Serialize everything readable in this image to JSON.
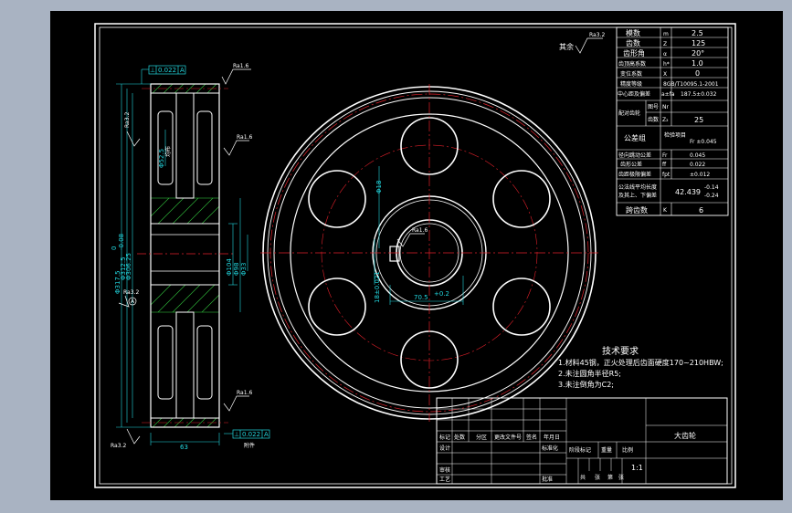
{
  "colors": {
    "background": "#a9b3c2",
    "canvas": "#000000",
    "line": "#ffffff",
    "centerline": "#e0202a",
    "dimension": "#22d8e0",
    "hatch": "#2fb83a"
  },
  "roughness_note": {
    "prefix": "其余",
    "value": "Ra3.2"
  },
  "parameters": {
    "rows": [
      {
        "name": "模数",
        "symbol": "m",
        "value": "2.5"
      },
      {
        "name": "齿数",
        "symbol": "Z",
        "value": "125"
      },
      {
        "name": "齿形角",
        "symbol": "α",
        "value": "20°"
      },
      {
        "name": "齿顶高系数",
        "symbol": "h*",
        "value": "1.0"
      },
      {
        "name": "变位系数",
        "symbol": "X",
        "value": "0"
      },
      {
        "name": "精度等级",
        "symbol": "",
        "value": "8GB/T10095.1-2001"
      },
      {
        "name": "中心距及偏差",
        "symbol": "a±fa",
        "value": "187.5±0.032"
      }
    ],
    "mating": {
      "group": "配对齿轮",
      "r1_name": "图号",
      "r1_sym": "Nr",
      "r2_name": "齿数",
      "r2_sym": "Z₂",
      "r2_val": "25"
    },
    "tolerance_group": {
      "name": "公差组",
      "items": "检验项目",
      "value": "Fr  ±0.045"
    },
    "rows2": [
      {
        "name": "径向跳动公差",
        "symbol": "Fr",
        "value": "0.045"
      },
      {
        "name": "齿形公差",
        "symbol": "ff",
        "value": "0.022"
      },
      {
        "name": "齿距极限偏差",
        "symbol": "fpt",
        "value": "±0.012"
      }
    ],
    "span": {
      "name": "公法线平均长度",
      "name2": "及其上、下偏差",
      "symbol": "",
      "value": "42.439",
      "sup": "-0.14",
      "sub": "-0.24"
    },
    "last": {
      "name": "跨齿数",
      "symbol": "K",
      "value": "6"
    }
  },
  "technical": {
    "title": "技术要求",
    "lines": [
      "1.材料45钢，正火处理后齿面硬度170~210HBW;",
      "2.未注圆角半径R5;",
      "3.未注倒角为C2;"
    ]
  },
  "title_block": {
    "part_name": "大齿轮",
    "scale": "1:1",
    "labels": [
      "标记",
      "处数",
      "分区",
      "更改文件号",
      "签名",
      "年月日"
    ],
    "labels2": [
      "设计",
      "标准化",
      "阶段标记",
      "重量",
      "比例"
    ],
    "labels3": [
      "审核",
      "工艺",
      "批准"
    ],
    "sheet": [
      "共",
      "张",
      "第",
      "张"
    ]
  },
  "dimensions": {
    "tol_top": {
      "frame": "⊥",
      "value": "0.022",
      "datum": "A"
    },
    "tol_bottom": {
      "frame": "⊥",
      "value": "0.022",
      "datum": "A"
    },
    "ra_labels": [
      "Ra1.6",
      "Ra3.2",
      "Ra1.6",
      "Ra3.2",
      "Ra1.6",
      "Ra3.2"
    ],
    "da": "Φ317.5",
    "da_tol_top": "0",
    "da_tol_bot": "-0.08",
    "d": "Φ312.5",
    "df": "Φ306.25",
    "hole": "Φ52.5",
    "hole2": "均布",
    "bore1": "Φ104",
    "bore2": "Φ98",
    "bore3": "Φ33",
    "width": "63",
    "datum_label": "A",
    "keyway_depth": "Φ18",
    "keyway_width": "70.5",
    "keyway_tol": "+0.2",
    "keyway_side": "18±0.021",
    "hub_note": "附件"
  }
}
